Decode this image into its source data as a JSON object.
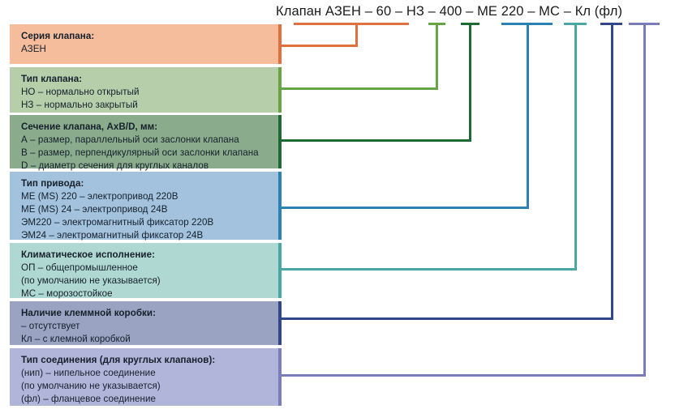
{
  "diagram": {
    "title": "Клапан АЗЕН – 60 – НЗ – 400 – МЕ 220 – МС – Кл  (фл)",
    "title_tokens": [
      {
        "text": "Клапан АЗЕН",
        "color": "#e1703f"
      },
      {
        "text": "60",
        "color": "#6aa343"
      },
      {
        "text": "НЗ",
        "color": "#1d6b33"
      },
      {
        "text": "400",
        "color": "#2a82b4"
      },
      {
        "text": "МЕ 220",
        "color": "#2a82b4"
      },
      {
        "text": "МС",
        "color": "#49a8a3"
      },
      {
        "text": "Кл",
        "color": "#31468b"
      },
      {
        "text": "(фл)",
        "color": "#7b7cbb"
      }
    ],
    "boxes": [
      {
        "id": "seriya-klapana",
        "heading": "Серия клапана:",
        "lines": [
          "АЗЕН"
        ],
        "fill": "#f5bd9b",
        "accent": "#e1703f"
      },
      {
        "id": "tip-klapana",
        "heading": "Тип клапана:",
        "lines": [
          "НО – нормально открытый",
          "НЗ – нормально закрытый"
        ],
        "fill": "#b7ceab",
        "accent": "#6aa343"
      },
      {
        "id": "sechenie-klapana",
        "heading": "Сечение клапана, АxВ/D, мм:",
        "lines": [
          "А – размер, параллельный оси заслонки клапана",
          "В – размер, перпендикулярный оси заслонки клапана",
          "D – диаметр сечения для круглых каналов"
        ],
        "fill": "#8aab8c",
        "accent": "#1d6b33"
      },
      {
        "id": "tip-privoda",
        "heading": "Тип привода:",
        "lines": [
          "МЕ (MS) 220 – электропривод 220В",
          "МЕ (MS) 24 – электропривод 24В",
          "ЭМ220 – электромагнитный фиксатор 220В",
          "ЭМ24 – электромагнитный фиксатор 24В"
        ],
        "fill": "#a3c2dd",
        "accent": "#2a82b4"
      },
      {
        "id": "klimaticheskoe-ispolnenie",
        "heading": "Климатическое исполнение:",
        "lines": [
          "ОП – общепромышленное",
          "(по умолчанию не указывается)",
          "МС – морозостойкое"
        ],
        "fill": "#b0d8d2",
        "accent": "#49a8a3"
      },
      {
        "id": "nalichie-klemmnoy-korobki",
        "heading": "Наличие клеммной коробки:",
        "lines": [
          "    – отсутствует",
          "Кл – с клемной коробкой"
        ],
        "fill": "#9aa3c2",
        "accent": "#31468b"
      },
      {
        "id": "tip-soedineniya",
        "heading": "Тип соединения  (для круглых клапанов):",
        "lines": [
          "(нип) – нипельное соединение",
          "(по умолчанию не указывается)",
          "(фл) – фланцевое соединение"
        ],
        "fill": "#b2b5da",
        "accent": "#7b7cbb"
      }
    ]
  }
}
